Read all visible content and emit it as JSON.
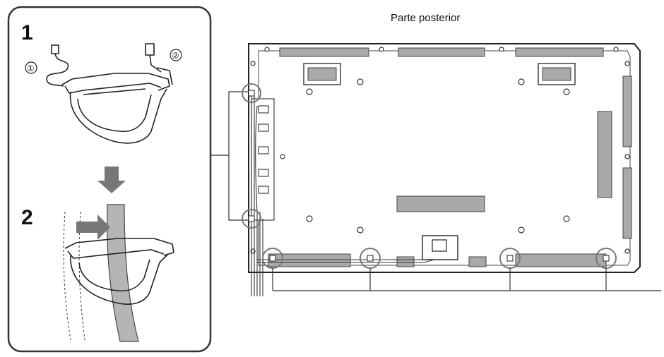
{
  "caption": "Parte posterior",
  "steps": [
    {
      "number": "1",
      "markers": [
        "①",
        "②"
      ]
    },
    {
      "number": "2"
    }
  ],
  "colors": {
    "stroke": "#222222",
    "panel_fill": "#ffffff",
    "slot_fill": "#a9a9a9",
    "arrow_fill": "#777777",
    "cable_fill": "#b5b5b5"
  }
}
